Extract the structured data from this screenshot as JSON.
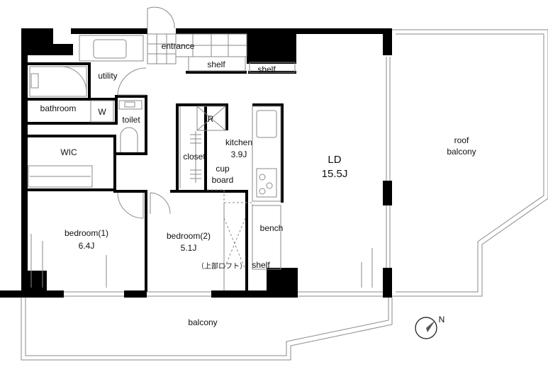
{
  "rooms": {
    "entrance": "entrance",
    "shelf_entrance": "shelf",
    "shelf_top": "shelf",
    "utility": "utility",
    "bathroom": "bathroom",
    "washer": "W",
    "toilet": "toilet",
    "refrigerator": "R",
    "kitchen": "kitchen",
    "kitchen_size": "3.9J",
    "closet": "closet",
    "cupboard_1": "cup",
    "cupboard_2": "board",
    "wic": "WIC",
    "ld": "LD",
    "ld_size": "15.5J",
    "roof_balcony_1": "roof",
    "roof_balcony_2": "balcony",
    "bedroom1": "bedroom(1)",
    "bedroom1_size": "6.4J",
    "bedroom2": "bedroom(2)",
    "bedroom2_size": "5.1J",
    "bench": "bench",
    "shelf_bottom": "shelf",
    "loft": "（上部ロフト）",
    "balcony": "balcony"
  },
  "compass": {
    "label": "N"
  },
  "colors": {
    "wall": "#000000",
    "line": "#8a8a8a",
    "background": "#ffffff"
  }
}
